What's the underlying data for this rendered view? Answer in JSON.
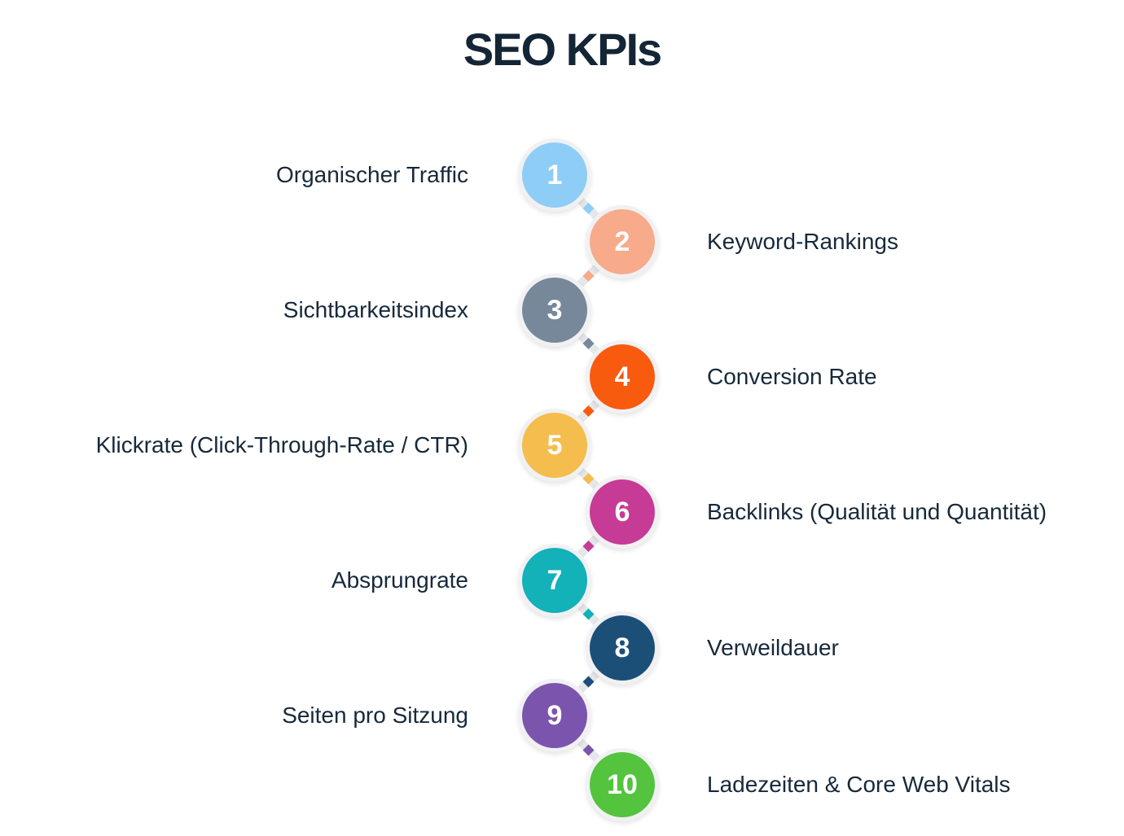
{
  "title": "SEO KPIs",
  "kpis": [
    {
      "number": "1",
      "label": "Organischer Traffic",
      "color": "#8ecdf6"
    },
    {
      "number": "2",
      "label": "Keyword-Rankings",
      "color": "#f7ab8a"
    },
    {
      "number": "3",
      "label": "Sichtbarkeitsindex",
      "color": "#768899"
    },
    {
      "number": "4",
      "label": "Conversion Rate",
      "color": "#f85a0e"
    },
    {
      "number": "5",
      "label": "Klickrate (Click-Through-Rate / CTR)",
      "color": "#f5bd4e"
    },
    {
      "number": "6",
      "label": "Backlinks (Qualität und Quantität)",
      "color": "#c63b96"
    },
    {
      "number": "7",
      "label": "Absprungrate",
      "color": "#13b1b8"
    },
    {
      "number": "8",
      "label": "Verweildauer",
      "color": "#1c4f78"
    },
    {
      "number": "9",
      "label": "Seiten pro Sitzung",
      "color": "#7b55ad"
    },
    {
      "number": "10",
      "label": "Ladezeiten & Core Web Vitals",
      "color": "#54c33e"
    }
  ]
}
